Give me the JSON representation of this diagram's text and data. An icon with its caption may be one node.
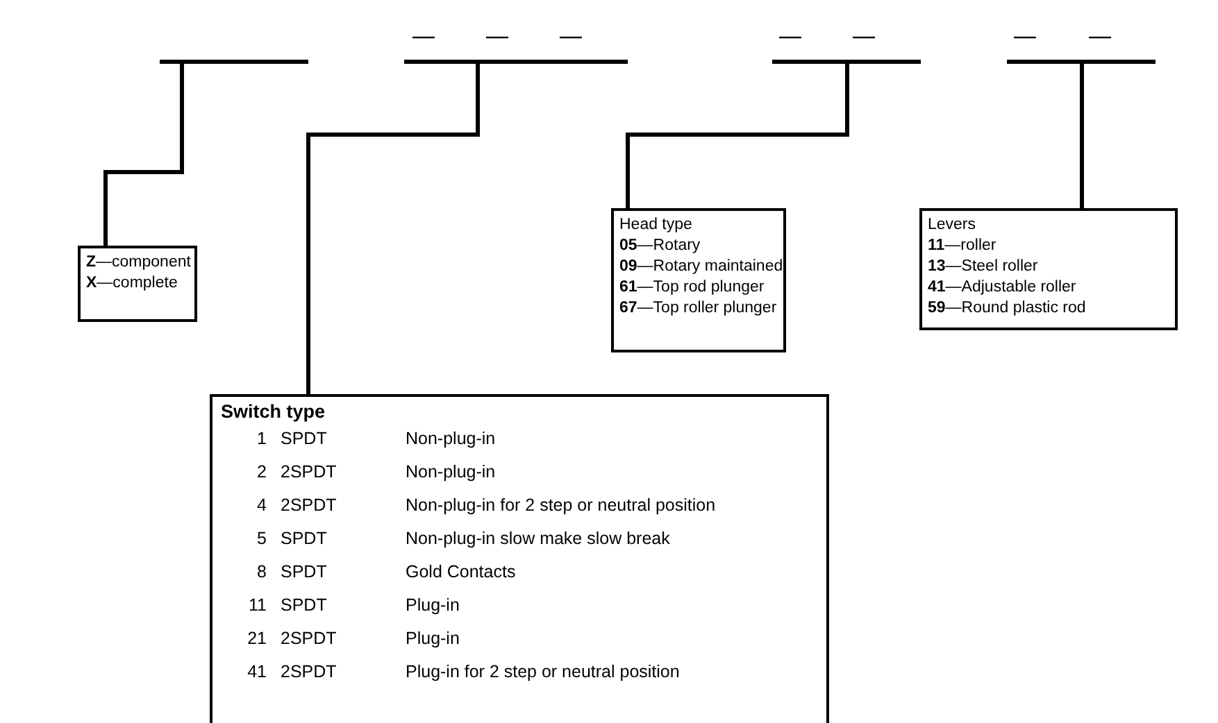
{
  "diagram": {
    "nodes": [
      {
        "text": [],
        "shape": "bar"
      },
      {
        "text": [],
        "shape": "bar"
      },
      {
        "text": [],
        "shape": "bar"
      },
      {
        "text": [],
        "shape": "bar"
      },
      {
        "text": [
          "**Z**—component",
          "**X**—complete"
        ]
      },
      {
        "text": [
          "Head type",
          "**05**—Rotary",
          "**09**—Rotary maintained",
          "**61**—Top rod plunger",
          "**67**—Top roller plunger"
        ]
      },
      {
        "text": [
          "Levers",
          "**11**—roller",
          "**13**—Steel roller",
          "**41**—Adjustable roller",
          "**59**—Round plastic rod"
        ]
      },
      {
        "text": [
          "Switch type",
          "1",
          "SPDT",
          "Non-plug-in",
          "2",
          "2SPDT",
          "Non-plug-in",
          "4",
          "2SPDT",
          "Non-plug-in for 2 step or neutral position",
          "5",
          "SPDT",
          "Non-plug-in slow make slow break",
          "8",
          "SPDT",
          "Gold Contacts",
          "11",
          "SPDT",
          "Plug-in",
          "21",
          "2SPDT",
          "Plug-in",
          "41",
          "2SPDT",
          "Plug-in for 2 step or neutral position"
        ]
      }
    ],
    "edges": [
      {
        "from": 0,
        "to": 4,
        "arrow": "none"
      },
      {
        "from": 1,
        "to": 7,
        "arrow": "none"
      },
      {
        "from": 2,
        "to": 5,
        "arrow": "none"
      },
      {
        "from": 3,
        "to": 6,
        "arrow": "none"
      }
    ]
  }
}
